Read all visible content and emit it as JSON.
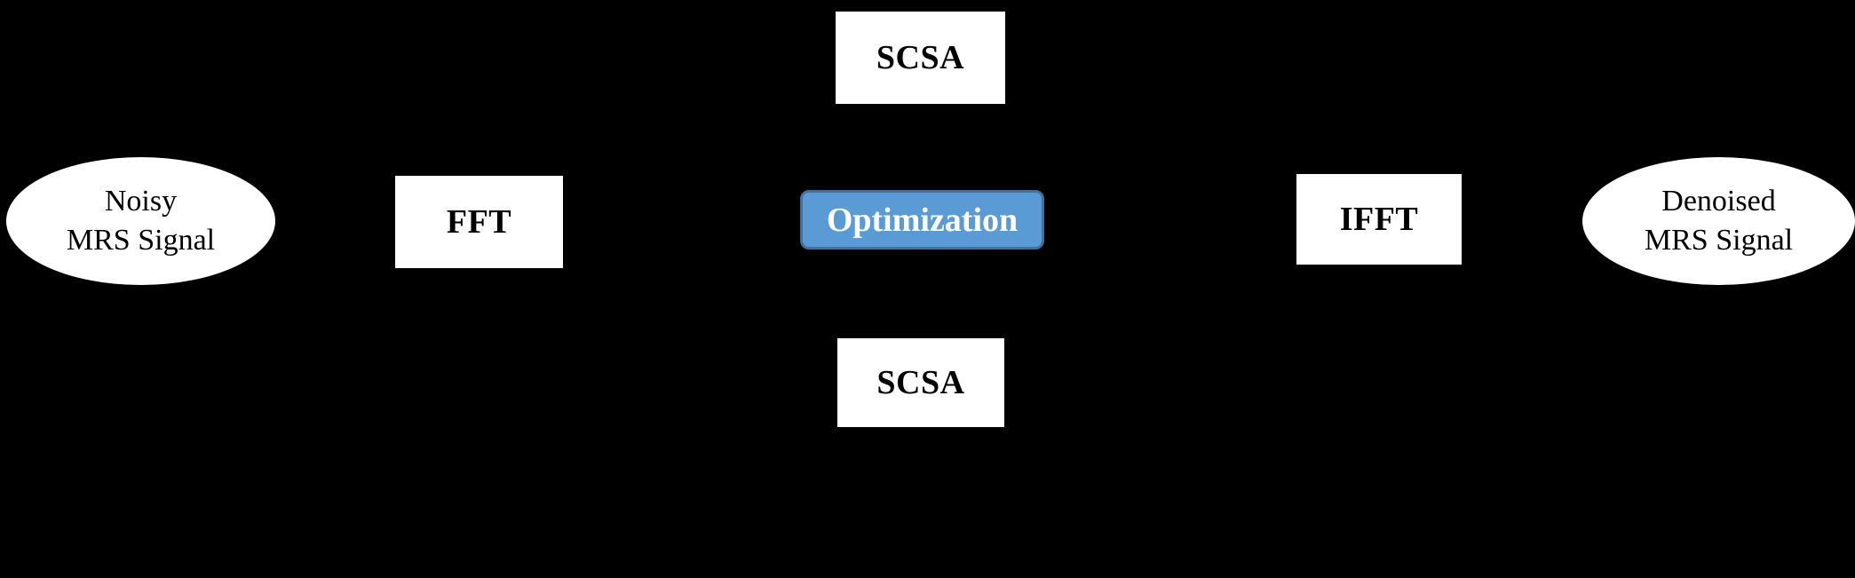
{
  "diagram": {
    "background_color": "#000000",
    "node_fill_color": "#ffffff",
    "accent_fill_color": "#5b9bd5",
    "accent_border_color": "#41719c",
    "nodes": {
      "noisy_signal": {
        "shape": "ellipse",
        "line1": "Noisy",
        "line2": "MRS Signal"
      },
      "fft": {
        "shape": "rect",
        "label": "FFT"
      },
      "scsa_top": {
        "shape": "rect",
        "label": "SCSA"
      },
      "optimization": {
        "shape": "rounded-rect",
        "label": "Optimization",
        "text_color": "#ffffff"
      },
      "scsa_bottom": {
        "shape": "rect",
        "label": "SCSA"
      },
      "ifft": {
        "shape": "rect",
        "label": "IFFT"
      },
      "denoised_signal": {
        "shape": "ellipse",
        "line1": "Denoised",
        "line2": "MRS Signal"
      }
    }
  }
}
